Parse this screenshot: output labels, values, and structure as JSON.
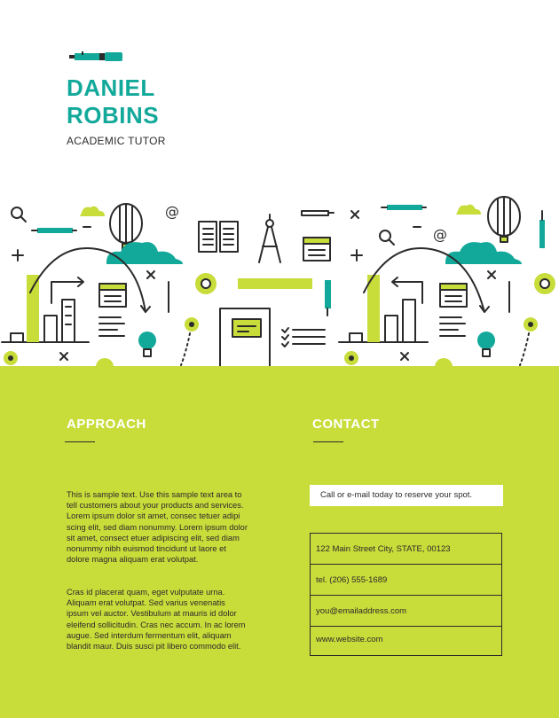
{
  "header": {
    "name_line1": "DANIEL",
    "name_line2": "ROBINS",
    "subtitle": "ACADEMIC TUTOR",
    "logo_icon": "pen-icon"
  },
  "colors": {
    "accent_teal": "#13a99a",
    "accent_lime": "#c8dc3a",
    "ink": "#2b2b2b",
    "white": "#ffffff"
  },
  "illustration": {
    "icons": [
      "search-icon",
      "pen-icon",
      "cloud-icon",
      "hot-air-balloon-icon",
      "at-sign-icon",
      "open-book-icon",
      "compass-icon",
      "pencil-icon",
      "calendar-icon",
      "plus-icon",
      "minus-icon",
      "close-icon",
      "gear-icon",
      "ruler-icon",
      "bar-chart-icon",
      "arrow-icon",
      "notebook-icon",
      "checklist-icon",
      "text-lines-icon",
      "lightbulb-icon",
      "target-icon"
    ]
  },
  "approach": {
    "title": "APPROACH",
    "paragraph1": "This is sample text. Use this sample text area to tell customers about your products and services. Lorem ipsum dolor sit amet, consec tetuer adipi scing elit, sed diam nonummy. Lorem ipsum dolor sit amet, consect etuer adipiscing elit, sed diam nonummy nibh euismod tincidunt ut laore et dolore magna aliquam erat volutpat.",
    "paragraph2": "Cras id placerat quam, eget vulputate urna. Aliquam erat volutpat. Sed varius venenatis ipsum vel auctor. Vestibulum at mauris id dolor eleifend sollicitudin. Cras nec accum. In ac lorem augue. Sed interdum fermentum elit, aliquam blandit maur. Duis susci pit libero commodo elit."
  },
  "contact": {
    "title": "CONTACT",
    "cta": "Call or e-mail today to reserve your spot.",
    "address": "122 Main Street City, STATE, 00123",
    "phone": "tel. (206) 555-1689",
    "email": "you@emailaddress.com",
    "website": "www.website.com"
  }
}
